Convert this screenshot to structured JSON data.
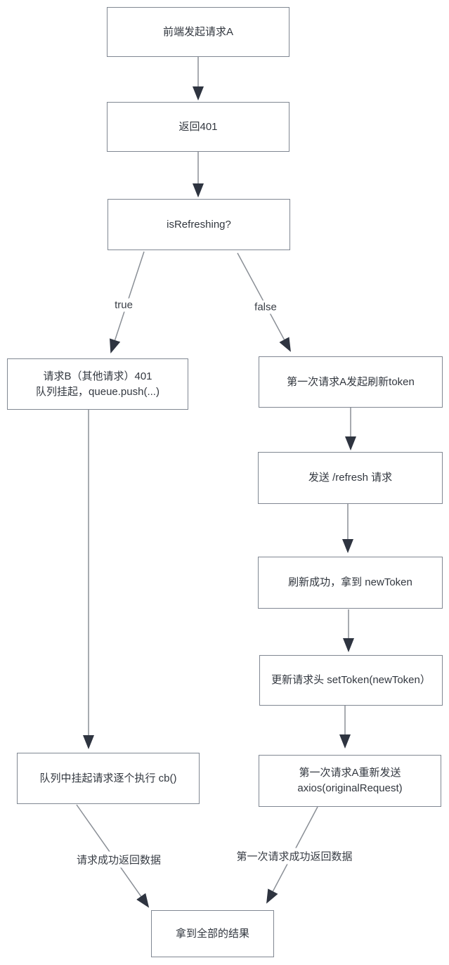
{
  "diagram": {
    "title": "token refresh flowchart",
    "nodes": {
      "request_a": {
        "text": "前端发起请求A"
      },
      "return_401": {
        "text": "返回401"
      },
      "is_refreshing": {
        "text": "isRefreshing?"
      },
      "queue_push": {
        "line1": "请求B（其他请求）401",
        "line2": "队列挂起，queue.push(...)"
      },
      "start_refresh": {
        "text": "第一次请求A发起刷新token"
      },
      "send_refresh": {
        "text": "发送 /refresh 请求"
      },
      "got_new_token": {
        "text": "刷新成功，拿到 newToken"
      },
      "set_token": {
        "text": "更新请求头 setToken(newToken）"
      },
      "resend": {
        "line1": "第一次请求A重新发送",
        "line2": "axios(originalRequest)"
      },
      "queue_exec": {
        "text": "队列中挂起请求逐个执行 cb()"
      },
      "final_result": {
        "text": "拿到全部的结果"
      }
    },
    "edge_labels": {
      "true_branch": "true",
      "false_branch": "false",
      "queue_success": "请求成功返回数据",
      "first_success": "第一次请求成功返回数据"
    },
    "colors": {
      "background": "#ffffff",
      "box_border": "#808792",
      "text": "#32373f",
      "line": "#8a8f96",
      "arrowhead": "#2e3440"
    }
  }
}
